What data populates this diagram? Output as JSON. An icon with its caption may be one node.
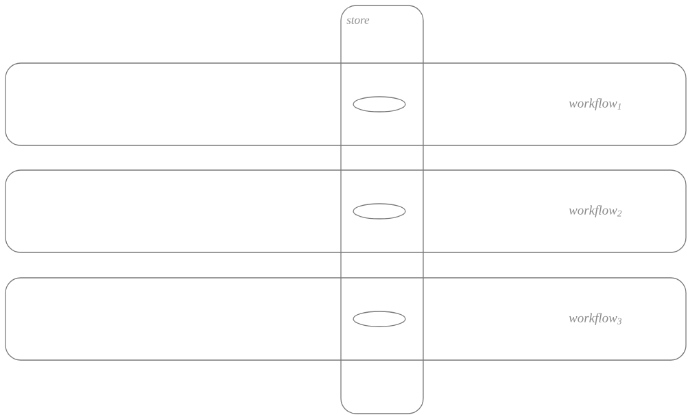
{
  "diagram": {
    "nodes": [
      {
        "text": [
          "store"
        ]
      },
      {
        "text": [
          "workflow$_{1}$"
        ]
      },
      {
        "text": [],
        "shape": "ellipse"
      },
      {
        "text": [
          "workflow$_{2}$"
        ]
      },
      {
        "text": [],
        "shape": "ellipse"
      },
      {
        "text": [
          "workflow$_{3}$"
        ]
      },
      {
        "text": [],
        "shape": "ellipse"
      }
    ]
  }
}
